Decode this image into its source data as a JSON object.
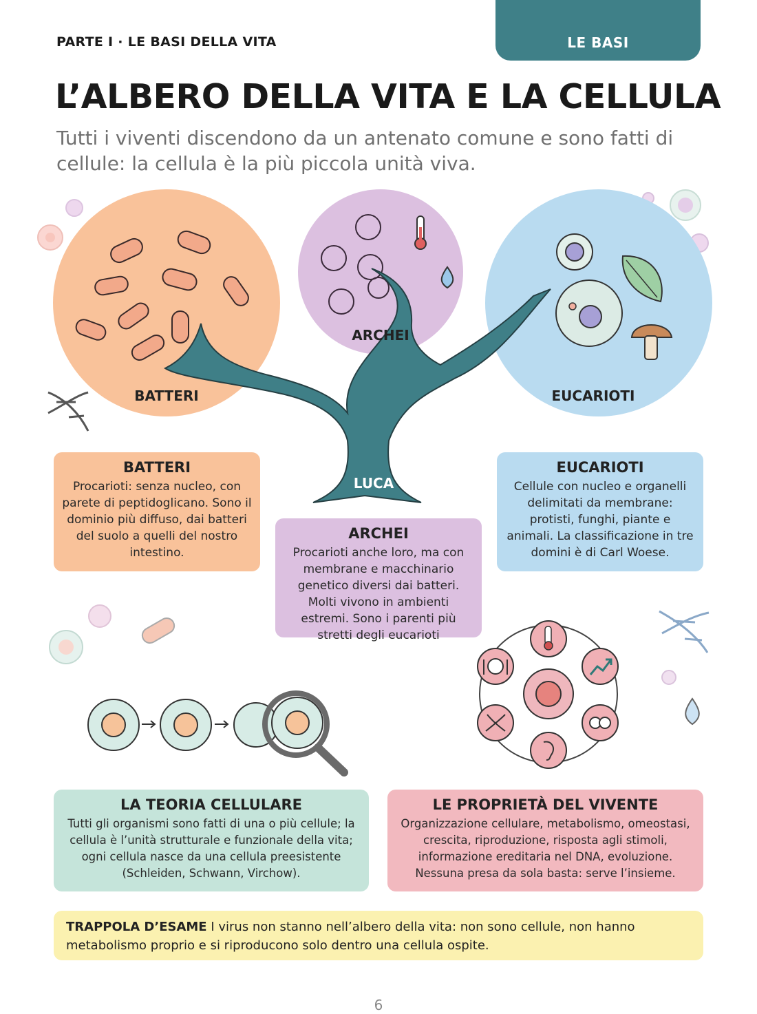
{
  "header": {
    "kicker": "PARTE I · LE BASI DELLA VITA",
    "tab_label": "LE BASI",
    "title": "L’ALBERO DELLA VITA E LA CELLULA",
    "subtitle": "Tutti i viventi discendono da un antenato comune e sono fatti di cellule: la cellula è la più piccola unità viva."
  },
  "tree": {
    "root_label": "LUCA",
    "domains": [
      {
        "label": "BATTERI",
        "color": "#f9c29a"
      },
      {
        "label": "ARCHEI",
        "color": "#dcc0e0"
      },
      {
        "label": "EUCARIOTI",
        "color": "#b9dbf0"
      }
    ],
    "trunk_color": "#3f7f87"
  },
  "cards": {
    "batteri": {
      "title": "BATTERI",
      "text": "Procarioti: senza nucleo, con parete di peptidoglicano. Sono il dominio più diffuso, dai batteri del suolo a quelli del nostro intestino."
    },
    "archei": {
      "title": "ARCHEI",
      "text": "Procarioti anche loro, ma con membrane e macchinario genetico diversi dai batteri. Molti vivono in ambienti estremi. Sono i parenti più stretti degli eucarioti"
    },
    "eucarioti": {
      "title": "EUCARIOTI",
      "text": "Cellule con nucleo e organelli delimitati da membrane: protisti, funghi, piante e animali. La classificazione in tre domini è di Carl Woese."
    },
    "teoria": {
      "title": "LA TEORIA CELLULARE",
      "text": "Tutti gli organismi sono fatti di una o più cellule; la cellula è l’unità strutturale e funzionale della vita; ogni cellula nasce da una cellula preesistente (Schleiden, Schwann, Virchow)."
    },
    "proprieta": {
      "title": "LE PROPRIETÀ DEL VIVENTE",
      "text": "Organizzazione cellulare, metabolismo, omeostasi, crescita, riproduzione, risposta agli stimoli, informazione ereditaria nel DNA, evoluzione. Nessuna presa da sola basta: serve l’insieme."
    }
  },
  "trap": {
    "label": "TRAPPOLA D’ESAME",
    "text": " I virus non stanno nell’albero della vita: non sono cellule, non hanno metabolismo proprio e si riproducono solo dentro una cellula ospite."
  },
  "page_number": "6",
  "colors": {
    "accent": "#3f8088",
    "batteri": "#f9c29a",
    "archei": "#dcc0e0",
    "eucarioti": "#b9dbf0",
    "teoria": "#c5e4da",
    "proprieta": "#f2b9bf",
    "trap": "#fbf1b0"
  },
  "icons": [
    "dna-icon",
    "thermometer-icon",
    "water-drop-icon",
    "leaf-icon",
    "mushroom-icon",
    "animal-cell-icon",
    "bacterium-icon",
    "magnifier-icon",
    "plate-fork-knife-icon",
    "growth-arrow-icon",
    "ear-icon",
    "dividing-cell-icon"
  ]
}
